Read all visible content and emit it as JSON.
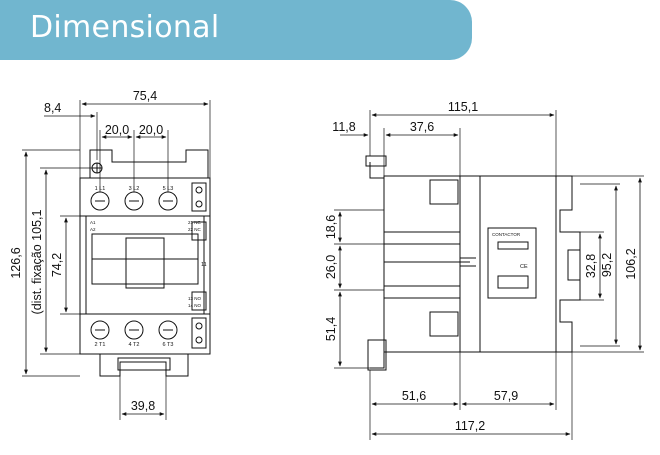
{
  "header": {
    "title": "Dimensional"
  },
  "front_view": {
    "dim_width": "75,4",
    "dim_left_offset": "8,4",
    "dim_pitch_1": "20,0",
    "dim_pitch_2": "20,0",
    "dim_height": "126,6",
    "dim_fix": "(dist. fixação  105,1",
    "dim_mid": "74,2",
    "dim_bottom": "39,8",
    "terminal_labels": [
      "1 L1",
      "3 L2",
      "5 L3",
      "2 T1",
      "4 T2",
      "6 T3"
    ],
    "aux_labels": [
      "A1",
      "A2",
      "13 NO",
      "14 NO",
      "21 NC",
      "22 NC",
      "11"
    ]
  },
  "side_view": {
    "dim_total_top": "115,1",
    "dim_11_8": "11,8",
    "dim_37_6": "37,6",
    "dim_18_6": "18,6",
    "dim_26_0": "26,0",
    "dim_51_4": "51,4",
    "dim_32_8": "32,8",
    "dim_95_2": "95,2",
    "dim_106_2": "106,2",
    "dim_51_6": "51,6",
    "dim_57_9": "57,9",
    "dim_117_2": "117,2",
    "label_contactor": "CONTACTOR",
    "label_ce": "CE"
  }
}
